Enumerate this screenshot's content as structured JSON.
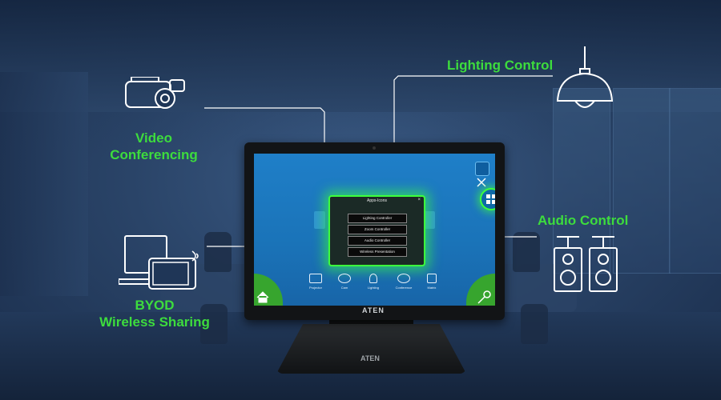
{
  "labels": {
    "video_line1": "Video",
    "video_line2": "Conferencing",
    "lighting": "Lighting Control",
    "audio": "Audio Control",
    "byod_line1": "BYOD",
    "byod_line2": "Wireless Sharing"
  },
  "monitor": {
    "brand": "ATEN",
    "base_brand": "ATEN"
  },
  "popup": {
    "title": "Apps-Icons",
    "close": "×",
    "buttons": [
      "Lighting Controller",
      "Zoom Controller",
      "Audio Controller",
      "Wireless Presentation"
    ]
  },
  "bottom_bar": {
    "items": [
      "Projector",
      "Cam",
      "Lighting",
      "Conference",
      "Matrix"
    ]
  },
  "colors": {
    "label_green": "#3ddc3d",
    "glow_green": "#3dff3d",
    "screen_blue": "#1f7fc8"
  },
  "icons": {
    "camera": "camera-icon",
    "lamp": "ceiling-lamp-icon",
    "speakers": "speaker-icon",
    "devices": "laptop-tablet-icon",
    "wifi": "wifi-icon",
    "home": "home-icon",
    "key": "key-icon"
  }
}
